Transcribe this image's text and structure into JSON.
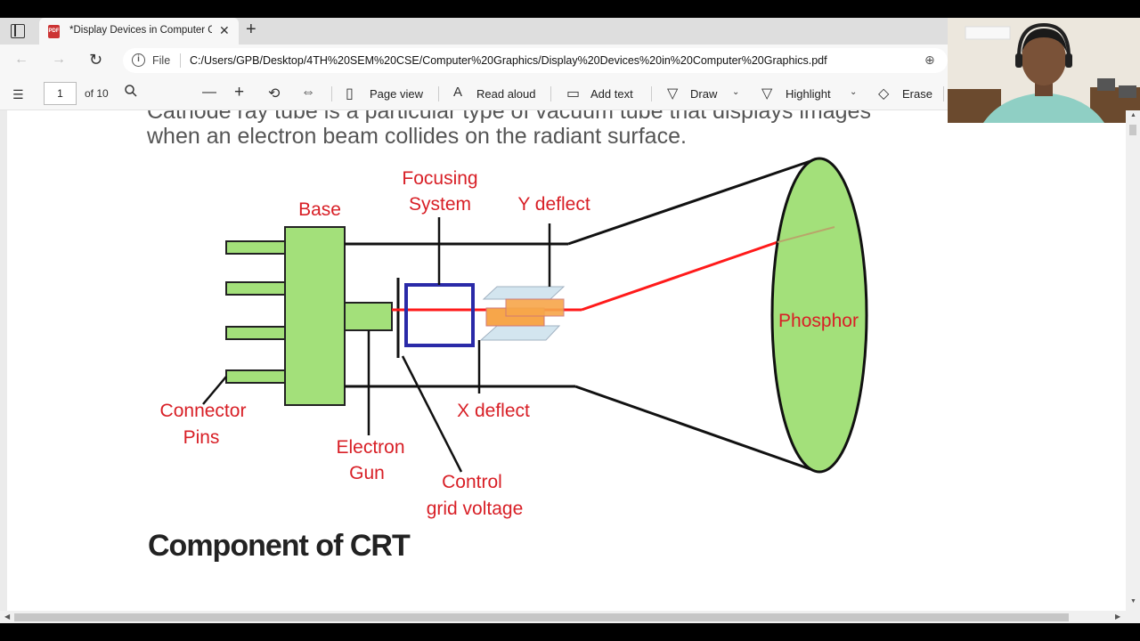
{
  "browser": {
    "tab_title": "*Display Devices in Computer Gr",
    "tab_close": "✕",
    "new_tab": "+",
    "file_label": "File",
    "url": "C:/Users/GPB/Desktop/4TH%20SEM%20CSE/Computer%20Graphics/Display%20Devices%20in%20Computer%20Graphics.pdf"
  },
  "pdf_toolbar": {
    "page_current": "1",
    "page_total": "of 10",
    "page_view": "Page view",
    "read_aloud": "Read aloud",
    "add_text": "Add text",
    "draw": "Draw",
    "highlight": "Highlight",
    "erase": "Erase"
  },
  "document": {
    "intro_line1": "Cathode ray tube is a particular type of vacuum tube that displays images",
    "intro_line2": "when an electron beam collides on the radiant surface.",
    "heading": "Component of CRT"
  },
  "diagram": {
    "labels": {
      "base": "Base",
      "focusing_line1": "Focusing",
      "focusing_line2": "System",
      "y_deflect": "Y deflect",
      "x_deflect": "X deflect",
      "phosphor": "Phosphor",
      "connector_line1": "Connector",
      "connector_line2": "Pins",
      "gun_line1": "Electron",
      "gun_line2": "Gun",
      "control_line1": "Control",
      "control_line2": "grid voltage"
    },
    "colors": {
      "label": "#d81f26",
      "green": "#a3e07a",
      "beam": "#ff1a1a",
      "focus_box": "#2a2aa8",
      "orange_plate": "#f7a64a",
      "blue_plate": "#cfe3ee"
    }
  }
}
